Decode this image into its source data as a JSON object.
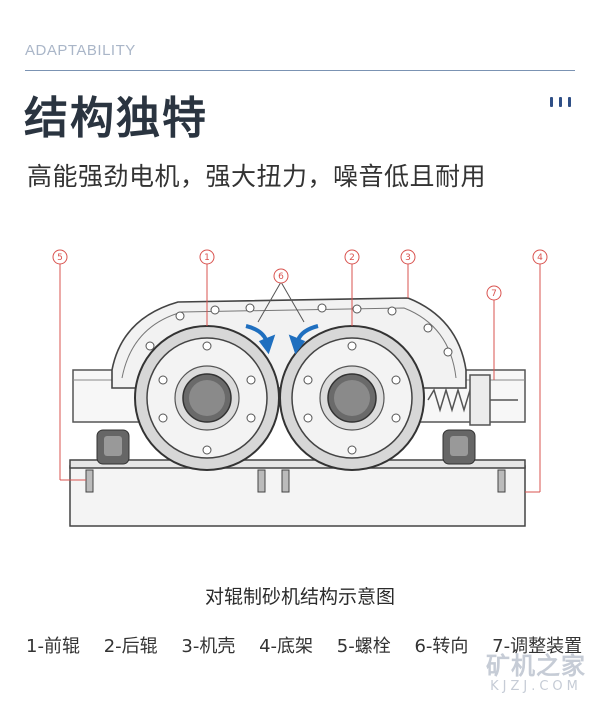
{
  "header": {
    "eyebrow": "ADAPTABILITY",
    "title": "结构独特",
    "subtitle": "高能强劲电机，强大扭力，噪音低且耐用"
  },
  "diagram": {
    "callouts": [
      "1",
      "2",
      "3",
      "4",
      "5",
      "6",
      "7"
    ],
    "line_color": "#d9534f",
    "arrow_color": "#1f6fbf"
  },
  "caption": "对辊制砂机结构示意图",
  "legend": [
    "1-前辊",
    "2-后辊",
    "3-机壳",
    "4-底架",
    "5-螺栓",
    "6-转向",
    "7-调整装置"
  ],
  "watermark": {
    "text": "矿机之家",
    "url_text": "KJZJ.COM"
  },
  "colors": {
    "accent": "#2f4f86",
    "title": "#2a3440",
    "eyebrow": "#aab6c8"
  }
}
